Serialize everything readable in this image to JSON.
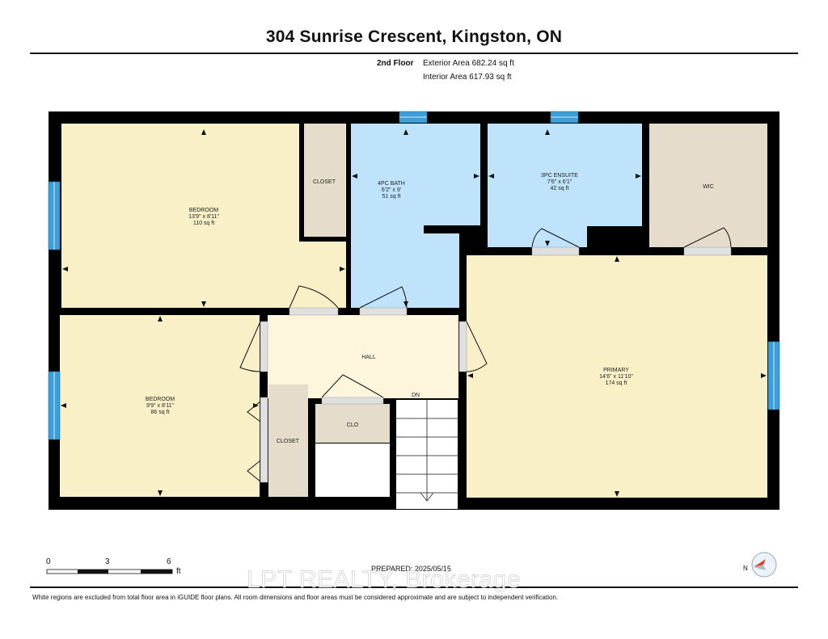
{
  "header": {
    "title": "304 Sunrise Crescent, Kingston, ON",
    "floor_label": "2nd Floor",
    "exterior_area": "Exterior Area 682.24 sq ft",
    "interior_area": "Interior Area 617.93 sq ft"
  },
  "rooms": {
    "bedroom1": {
      "name": "BEDROOM",
      "dims": "13'9\" x 8'11\"",
      "area": "110 sq ft"
    },
    "closet1": {
      "name": "CLOSET"
    },
    "bath": {
      "name": "4PC BATH",
      "dims": "6'2\" x 9'",
      "area": "51 sq ft"
    },
    "ensuite": {
      "name": "3PC ENSUITE",
      "dims": "7'6\" x 6'1\"",
      "area": "42 sq ft"
    },
    "wic": {
      "name": "WIC"
    },
    "hall": {
      "name": "HALL"
    },
    "primary": {
      "name": "PRIMARY",
      "dims": "14'6\" x 11'10\"",
      "area": "174 sq ft"
    },
    "bedroom2": {
      "name": "BEDROOM",
      "dims": "9'9\" x 8'11\"",
      "area": "86 sq ft"
    },
    "closet2": {
      "name": "CLOSET"
    },
    "clo": {
      "name": "CLO"
    },
    "stairs": {
      "name": "DN"
    }
  },
  "scale": {
    "labels": [
      "0",
      "3",
      "6"
    ],
    "unit": "ft"
  },
  "prepared": "PREPARED: 2025/05/15",
  "watermark": "LPT REALTY, Brokerage",
  "compass_label": "N",
  "footer": "White regions are excluded from total floor area in iGUIDE floor plans. All room dimensions and floor areas must be considered approximate and are subject to independent verification.",
  "colors": {
    "bedroom": "#faf0c8",
    "bath": "#bfe3fa",
    "closet": "#e6dccb",
    "hall": "#fdf6dd",
    "wall": "#000000",
    "window": "#3d9fd8"
  }
}
